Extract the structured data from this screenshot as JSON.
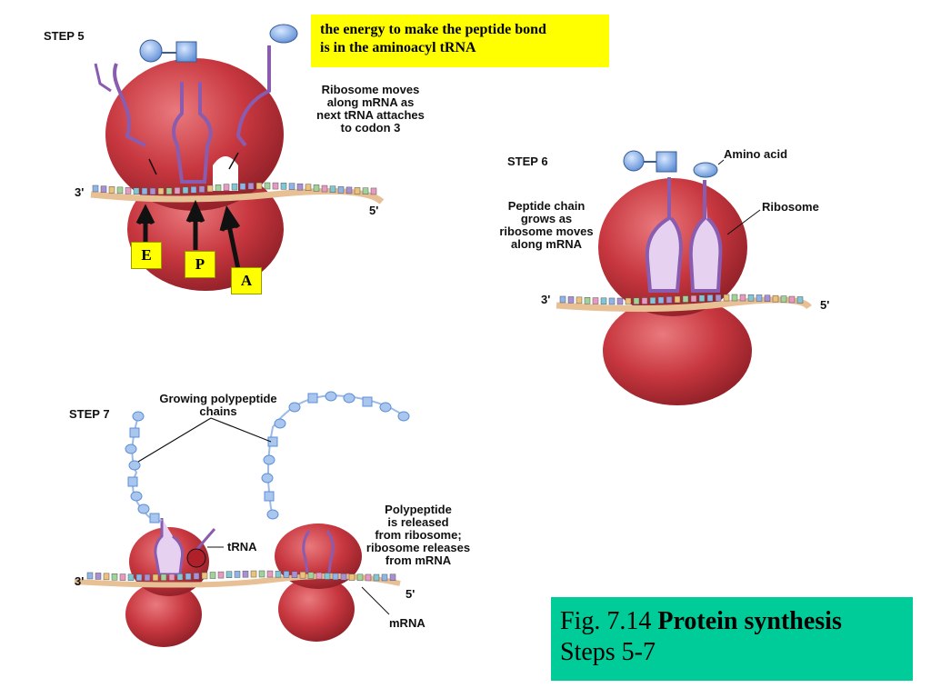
{
  "note": {
    "line1": "the energy to make the peptide bond",
    "line2": "is in the aminoacyl tRNA"
  },
  "step5": {
    "title": "STEP 5",
    "caption": [
      "Ribosome moves",
      "along mRNA as",
      "next tRNA attaches",
      "to codon 3"
    ],
    "end3": "3'",
    "end5": "5'",
    "sites": [
      "E",
      "P",
      "A"
    ]
  },
  "step6": {
    "title": "STEP 6",
    "amino_acid": "Amino acid",
    "ribosome": "Ribosome",
    "caption": [
      "Peptide chain",
      "grows as",
      "ribosome moves",
      "along mRNA"
    ],
    "end3": "3'",
    "end5": "5'"
  },
  "step7": {
    "title": "STEP 7",
    "growing": [
      "Growing polypeptide",
      "chains"
    ],
    "trna": "tRNA",
    "released": [
      "Polypeptide",
      "is released",
      "from ribosome;",
      "ribosome releases",
      "from mRNA"
    ],
    "mrna": "mRNA",
    "end3": "3'",
    "end5": "5'"
  },
  "figure": {
    "prefix": "Fig. 7.14 ",
    "title_bold": "Protein synthesis",
    "subtitle": "Steps 5-7",
    "background": "#00cc99"
  },
  "colors": {
    "ribosome": "#c8373f",
    "trna": "#8a5cb0",
    "mrna": "#e8c096",
    "amino_acid": "#6b9ad8",
    "highlight": "#ffff00"
  }
}
